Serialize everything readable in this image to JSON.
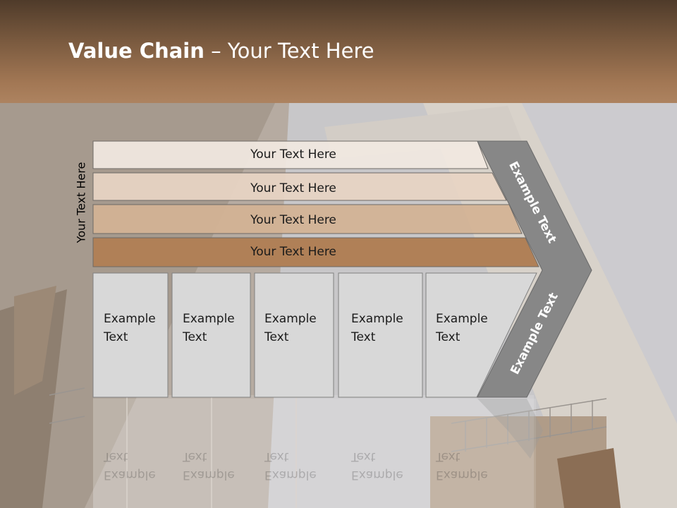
{
  "slide": {
    "title_bold": "Value Chain",
    "title_rest": " – Your Text Here"
  },
  "diagram": {
    "side_label": "Your Text Here",
    "bars": [
      "Your Text Here",
      "Your Text Here",
      "Your Text Here",
      "Your Text Here"
    ],
    "columns": [
      {
        "line1": "Example",
        "line2": "Text"
      },
      {
        "line1": "Example",
        "line2": "Text"
      },
      {
        "line1": "Example",
        "line2": "Text"
      },
      {
        "line1": "Example",
        "line2": "Text"
      },
      {
        "line1": "Example",
        "line2": "Text"
      }
    ],
    "chevron_top_label": "Example Text",
    "chevron_bottom_label": "Example Text"
  },
  "colors": {
    "header_dark": "#4f3b2a",
    "header_light": "#ad8360",
    "bar_1": "#f1e8e1",
    "bar_2": "#e7d4c4",
    "bar_3": "#d3b394",
    "bar_4": "#b08057",
    "column_fill": "#d8d8d8",
    "chevron_fill": "#878787"
  }
}
